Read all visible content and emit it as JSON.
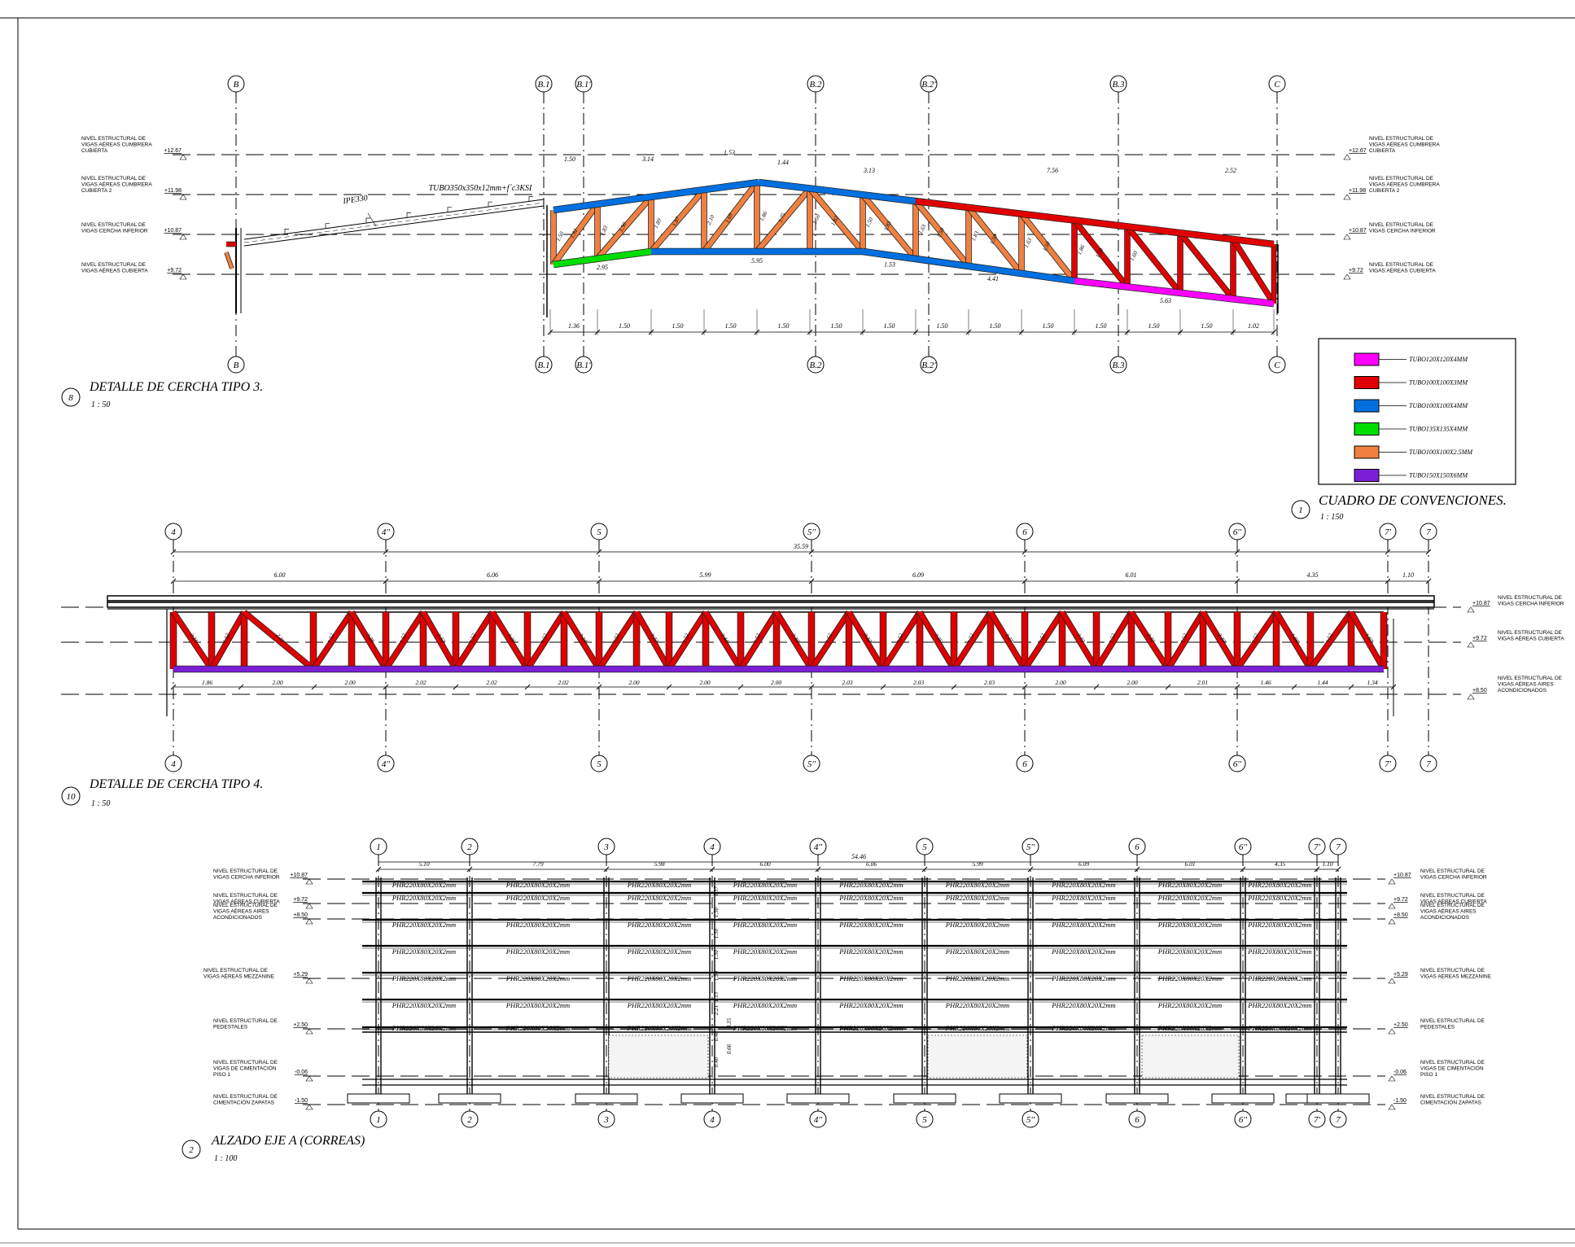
{
  "colors": {
    "magenta": "#ff00ff",
    "red": "#e00000",
    "blue": "#0070e0",
    "green": "#00dd00",
    "orange": "#f08040",
    "purple": "#7b1fd6"
  },
  "legend": {
    "items": [
      {
        "label": "TUBO120X120X4MM",
        "color": "#ff00ff"
      },
      {
        "label": "TUBO100X100X3MM",
        "color": "#e00000"
      },
      {
        "label": "TUBO100X100X4MM",
        "color": "#0070e0"
      },
      {
        "label": "TUBO135X135X4MM",
        "color": "#00dd00"
      },
      {
        "label": "TUBO100X100X2.5MM",
        "color": "#f08040"
      },
      {
        "label": "TUBO150X150X6MM",
        "color": "#7b1fd6"
      }
    ],
    "number": "1",
    "title": "CUADRO DE CONVENCIONES.",
    "scale": "1 : 150"
  },
  "detail8": {
    "number": "8",
    "title": "DETALLE DE CERCHA  TIPO 3.",
    "scale": "1 : 50",
    "axes": [
      "B",
      "B.1",
      "B.1'",
      "B.2",
      "B.2'",
      "B.3",
      "C"
    ],
    "member_labels": {
      "ipe": "IPE330",
      "tubo": "TUBO350x350x12mm+f´c3KSI"
    },
    "levels": [
      {
        "value": "+12.67",
        "left_label": "NIVEL ESTRUCTURAL DE|VIGAS AÉREAS CUMBRERA|CUBIERTA",
        "right_label": "NIVEL ESTRUCTURAL DE|VIGAS AÉREAS CUMBRERA|CUBIERTA"
      },
      {
        "value": "+11.98",
        "left_label": "NIVEL ESTRUCTURAL DE|VIGAS AÉREAS CUMBRERA|CUBIERTA 2",
        "right_label": "NIVEL ESTRUCTURAL DE|VIGAS AÉREAS CUMBRERA|CUBIERTA 2"
      },
      {
        "value": "+10.87",
        "left_label": "NIVEL ESTRUCTURAL DE|VIGAS CERCHA INFERIOR",
        "right_label": "NIVEL ESTRUCTURAL DE|VIGAS CERCHA INFERIOR"
      },
      {
        "value": "+9.72",
        "left_label": "NIVEL ESTRUCTURAL DE|VIGAS AÉREAS CUBIERTA",
        "right_label": "NIVEL ESTRUCTURAL DE|VIGAS AÉREAS CUBIERTA"
      }
    ],
    "top_dims": [
      "1.50",
      "3.14",
      "1.53",
      "1.44",
      "3.13",
      "7.56",
      "2.52"
    ],
    "web_dims": [
      "1.50",
      "1.92",
      "1.83",
      "1.50",
      "1.89",
      "1.87",
      "2.10",
      "1.69",
      "1.86",
      "1.75",
      "1.50",
      "1.82",
      "1.50",
      "1.83",
      "1.63",
      "1.50",
      "1.83",
      "1.50",
      "1.63",
      "1.50",
      "1.86",
      "1.50",
      "1.60"
    ],
    "bottom_chord_dims": [
      "2.95",
      "5.95",
      "1.53",
      "4.41",
      "5.63"
    ],
    "bottom_dims": [
      "1.36",
      "1.50",
      "1.50",
      "1.50",
      "1.50",
      "1.50",
      "1.50",
      "1.50",
      "1.50",
      "1.50",
      "1.50",
      "1.50",
      "1.50",
      "1.02"
    ]
  },
  "detail10": {
    "number": "10",
    "title": "DETALLE DE CERCHA TIPO 4.",
    "scale": "1 : 50",
    "axes": [
      "4",
      "4''",
      "5",
      "5''",
      "6",
      "6''",
      "7'",
      "7"
    ],
    "total_dim": "35.59",
    "span_dims": [
      "6.00",
      "6.06",
      "5.99",
      "6.09",
      "6.01",
      "4.35",
      "1.10"
    ],
    "web_dims": [
      "2.21",
      "1.52",
      "2.26",
      "1.52",
      "2.28",
      "1.52",
      "2.32",
      "1.52",
      "2.26",
      "1.52",
      "2.24",
      "1.52",
      "2.22",
      "1.52",
      "2.44",
      "1.52",
      "2.30",
      "1.52",
      "2.32",
      "1.52",
      "2.35",
      "1.52",
      "2.27",
      "1.52",
      "2.22",
      "1.52",
      "2.32",
      "1.52",
      "2.30",
      "1.52",
      "1.86",
      "1.52",
      "1.87",
      "1.52",
      "1.87"
    ],
    "bottom_dims": [
      "1.86",
      "2.00",
      "2.00",
      "2.02",
      "2.02",
      "2.02",
      "2.00",
      "2.00",
      "2.00",
      "2.03",
      "2.03",
      "2.03",
      "2.00",
      "2.00",
      "2.01",
      "1.46",
      "1.44",
      "1.34"
    ],
    "levels": [
      {
        "value": "+10.87",
        "label": "NIVEL ESTRUCTURAL DE|VIGAS CERCHA INFERIOR"
      },
      {
        "value": "+9.72",
        "label": "NIVEL ESTRUCTURAL DE|VIGAS AÉREAS CUBIERTA"
      },
      {
        "value": "+8.50",
        "label": "NIVEL ESTRUCTURAL DE|VIGAS AÉREAS AIRES|ACONDICIONADOS"
      }
    ]
  },
  "detail2": {
    "number": "2",
    "title": "ALZADO EJE A (CORREAS)",
    "scale": "1 : 100",
    "axes": [
      "1",
      "2",
      "3",
      "4",
      "4''",
      "5",
      "5''",
      "6",
      "6''",
      "7'",
      "7"
    ],
    "total_dim": "54.46",
    "span_dims": [
      "5.10",
      "7.79",
      "5.98",
      "6.00",
      "6.06",
      "5.99",
      "6.09",
      "6.01",
      "4.35",
      "1.10"
    ],
    "purlin_label": "PHR220X80X20X2mm",
    "vertical_dims": [
      "1.37",
      "1.50",
      "1.50",
      "1.50",
      "1.50",
      "1.13",
      "2.21",
      "0.35",
      "0.40",
      "0.66",
      "0.40"
    ],
    "levels": [
      {
        "value": "+10.87",
        "label": "NIVEL ESTRUCTURAL DE|VIGAS CERCHA INFERIOR"
      },
      {
        "value": "+9.72",
        "label": "NIVEL ESTRUCTURAL DE|VIGAS AÉREAS CUBIERTA"
      },
      {
        "value": "+8.50",
        "label": "NIVEL ESTRUCTURAL DE|VIGAS AÉREAS AIRES|ACONDICIONADOS"
      },
      {
        "value": "+5.29",
        "label": "NIVEL ESTRUCTURAL DE|VIGAS AÉREAS MEZZANINE"
      },
      {
        "value": "+2.50",
        "label": "NIVEL ESTRUCTURAL DE|PEDESTALES"
      },
      {
        "value": "-0.06",
        "label": "NIVEL ESTRUCTURAL DE|VIGAS DE CIMENTACIÓN|PISO 1"
      },
      {
        "value": "-1.50",
        "label": "NIVEL ESTRUCTURAL DE|CIMENTACIÓN ZAPATAS"
      }
    ]
  }
}
